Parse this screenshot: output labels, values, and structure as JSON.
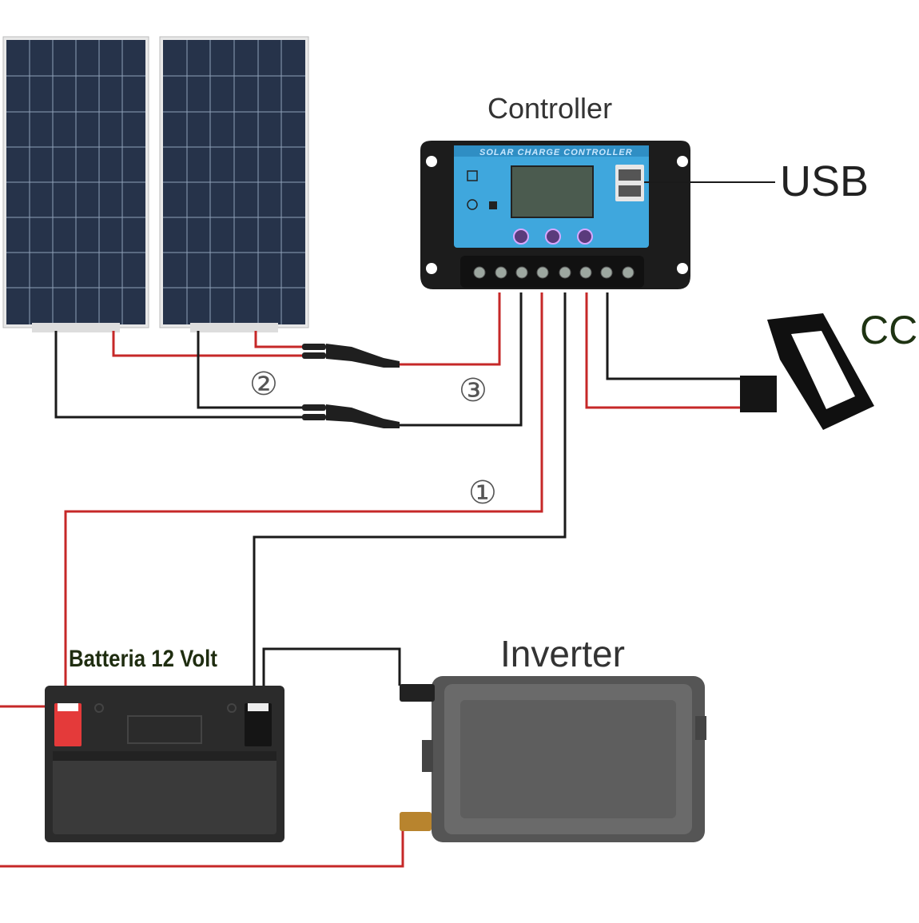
{
  "labels": {
    "controller": "Controller",
    "usb": "USB",
    "cc": "CC",
    "inverter": "Inverter",
    "battery": "Batteria 12 Volt"
  },
  "controller_faceplate": {
    "title": "SOLAR CHARGE CONTROLLER"
  },
  "wire_numbers": {
    "one": "①",
    "two": "②",
    "three": "③"
  },
  "colors": {
    "wire_red": "#c62828",
    "wire_black": "#1a1a1a",
    "panel_cell": "#26334a",
    "controller_face": "#3fa7dd",
    "controller_body": "#1c1c1c",
    "inverter_body": "#5a5a5a",
    "battery_body": "#2b2b2b"
  }
}
